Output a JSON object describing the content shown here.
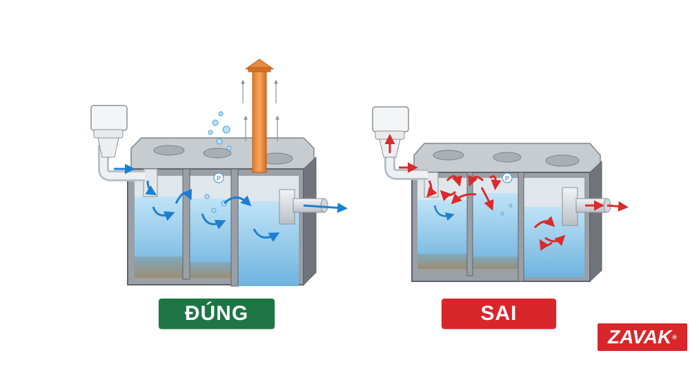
{
  "labels": {
    "correct": "ĐÚNG",
    "wrong": "SAI"
  },
  "brand": {
    "name": "ZAVAK",
    "mark": "®"
  },
  "colors": {
    "correct_badge": "#1e7645",
    "wrong_badge": "#d9262b",
    "brand_bg": "#d9262b",
    "correct_flow": "#1d7fd0",
    "wrong_flow": "#d92b2b",
    "water": "#9fd3ef",
    "vent_pipe": "#ee8a3a",
    "tank_wall": "#8c9196"
  },
  "icons": {
    "toilet": "toilet-icon",
    "bubble_marker": "P",
    "vent": "vent-pipe-icon"
  }
}
